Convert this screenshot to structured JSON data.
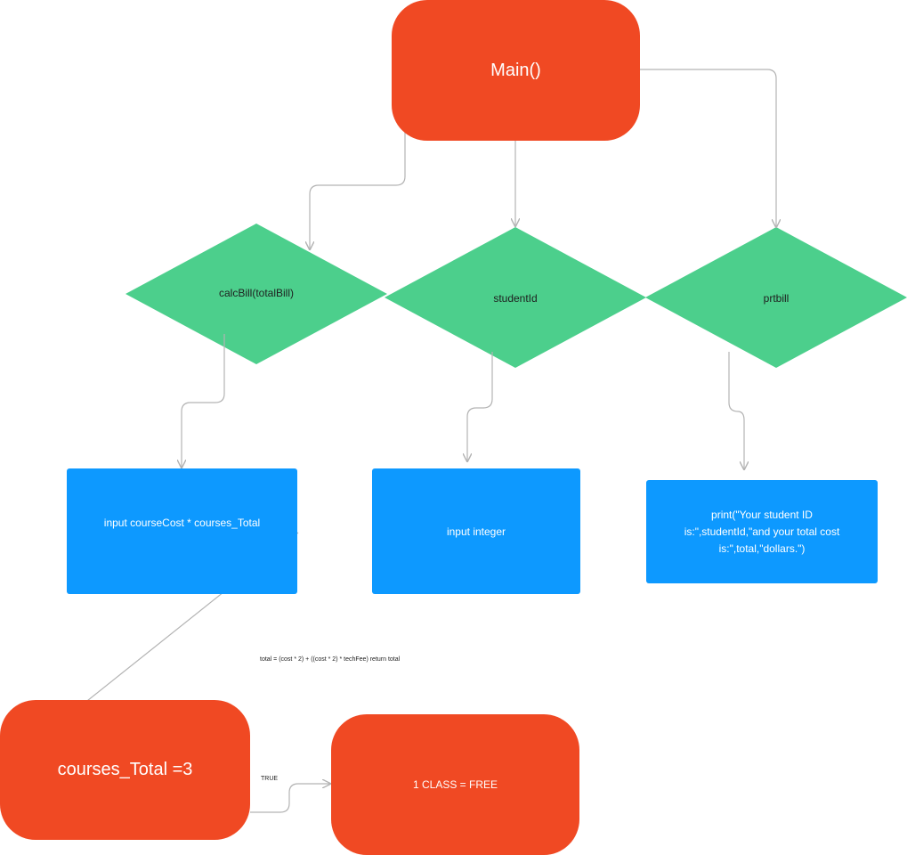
{
  "nodes": {
    "main": "Main()",
    "calc_bill": "calcBill(totalBill)",
    "student_id": "studentId",
    "prt_bill": "prtbill",
    "input_course_cost": "input courseCost * courses_Total",
    "input_integer": "input integer",
    "print_statement": "print(\"Your student ID is:\",studentId,\"and your total cost is:\",total,\"dollars.\")",
    "courses_total": "courses_Total =3",
    "one_class_free": "1 CLASS = FREE"
  },
  "annotations": {
    "total_formula": "total = (cost * 2) + ((cost * 2) * techFee) return total",
    "true_label": "TRUE"
  },
  "colors": {
    "process_red": "#f04923",
    "decision_green": "#4ccf8c",
    "io_blue": "#0d99ff",
    "connector_gray": "#b3b3b3"
  }
}
